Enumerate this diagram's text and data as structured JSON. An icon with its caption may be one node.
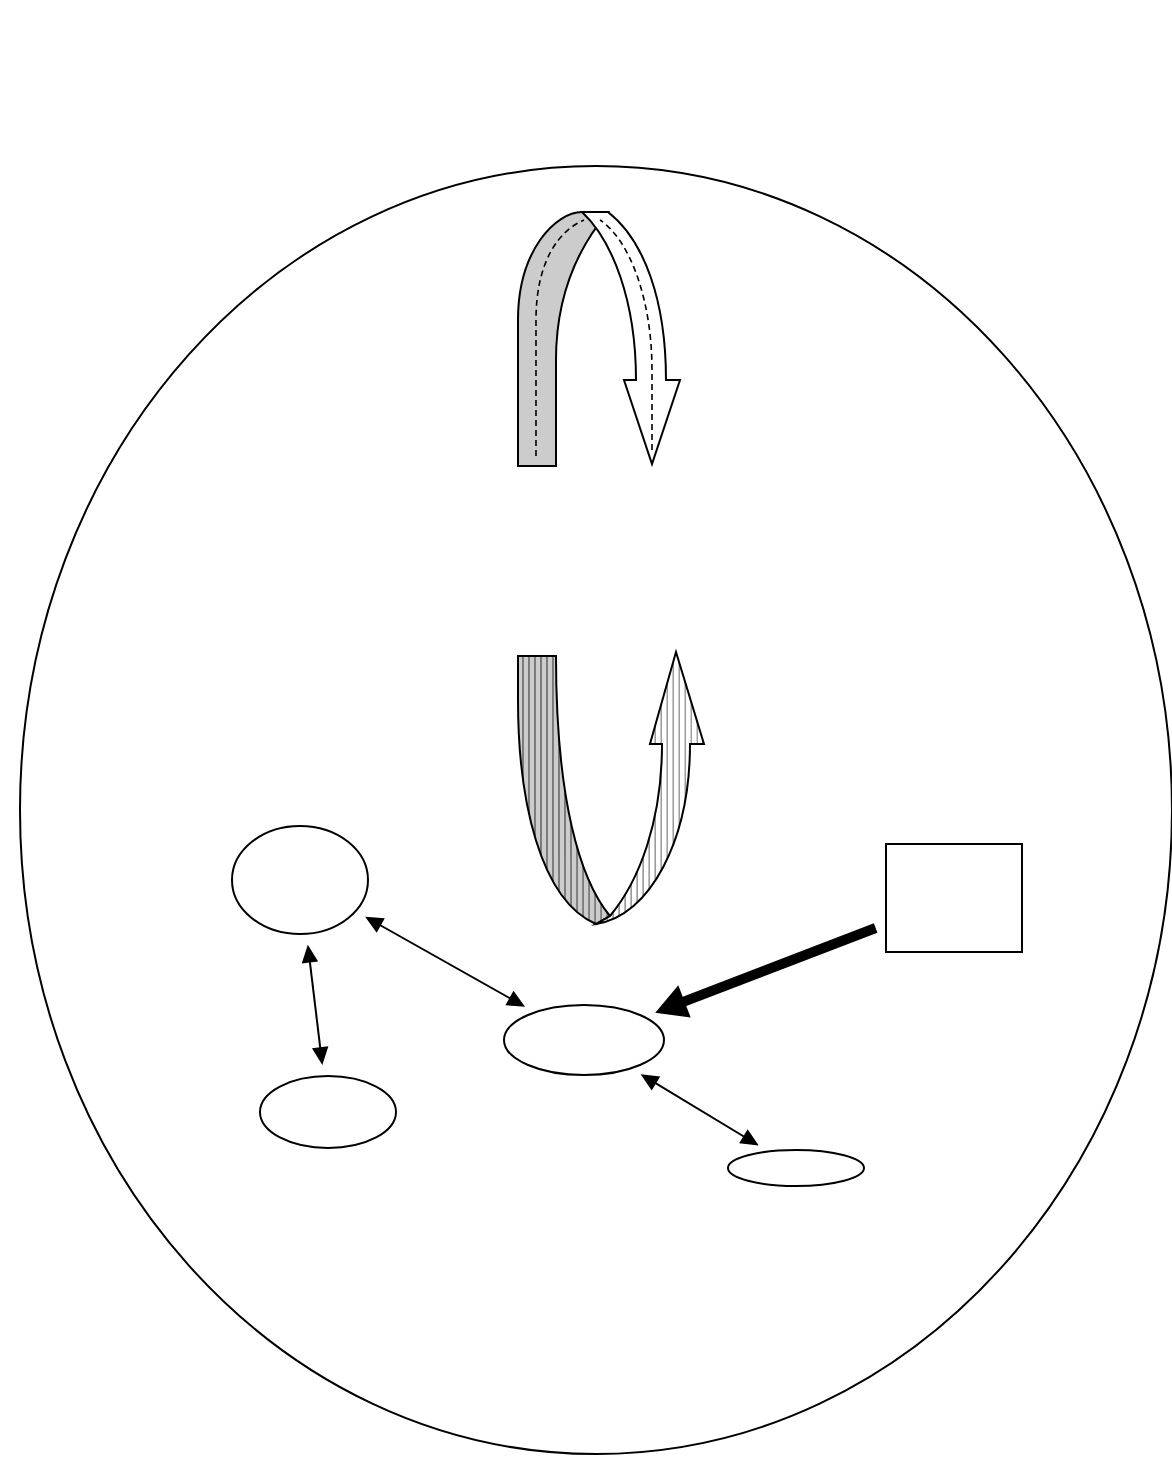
{
  "diagram": {
    "nodes": [
      {
        "text": [],
        "shape": "circle"
      },
      {
        "text": [],
        "shape": "circle",
        "in": 0
      },
      {
        "text": [],
        "shape": "box",
        "in": 0
      },
      {
        "text": [],
        "shape": "circle",
        "in": 0
      },
      {
        "text": [],
        "shape": "circle",
        "in": 0
      },
      {
        "text": [],
        "shape": "circle",
        "in": 0
      }
    ],
    "edges": [
      {
        "from": 1,
        "to": 3,
        "arrow": "both"
      },
      {
        "from": 1,
        "to": 4,
        "arrow": "both"
      },
      {
        "from": 2,
        "to": 3,
        "arrow": "to",
        "style": "thick"
      },
      {
        "from": 3,
        "to": 5,
        "arrow": "both"
      }
    ]
  }
}
